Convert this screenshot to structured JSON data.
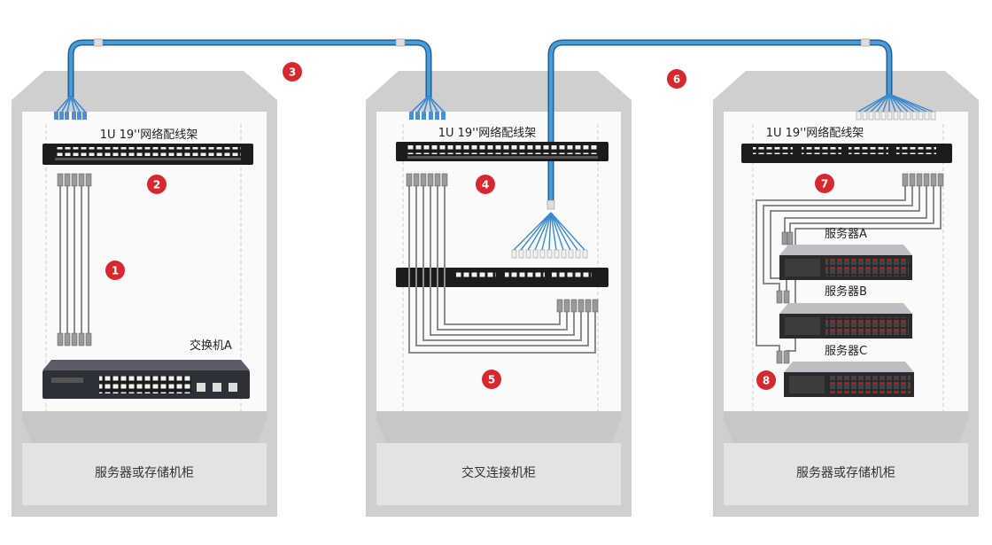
{
  "colors": {
    "badge": "#d9272e",
    "trunk_cable": "#2f7fc1",
    "patch_cord": "#8c8c8c",
    "cabinet_fill": "#cfcfcf",
    "cabinet_inner": "#fafafa",
    "device_dark": "#222222"
  },
  "cabinets": [
    {
      "name": "服务器或存储机柜",
      "panel_label": "1U 19''网络配线架",
      "switch_label": "交换机A"
    },
    {
      "name": "交叉连接机柜",
      "panel_label": "1U 19''网络配线架"
    },
    {
      "name": "服务器或存储机柜",
      "panel_label": "1U 19''网络配线架",
      "servers": [
        "服务器A",
        "服务器B",
        "服务器C"
      ]
    }
  ],
  "badges": [
    "1",
    "2",
    "3",
    "4",
    "5",
    "6",
    "7",
    "8"
  ],
  "icons": [
    "trunk-cable-icon",
    "patch-panel-icon",
    "switch-icon",
    "server-icon",
    "connector-icon"
  ]
}
